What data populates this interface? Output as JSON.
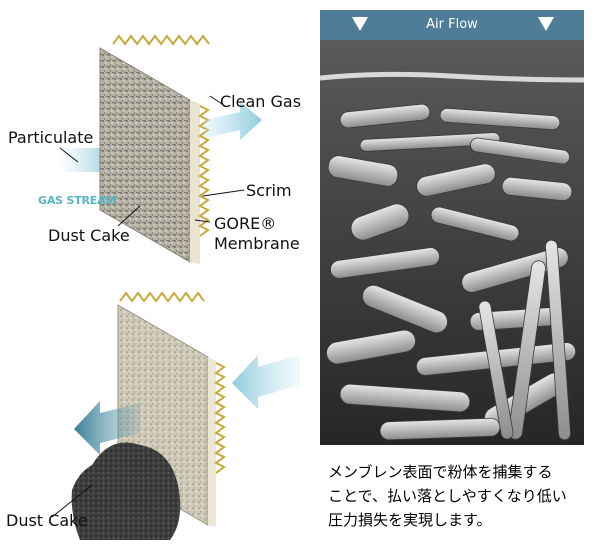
{
  "labels": {
    "clean_gas": "Clean Gas",
    "particulate": "Particulate",
    "gas_stream": "GAS STREAM",
    "scrim": "Scrim",
    "dust_cake_top": "Dust Cake",
    "gore_line1": "GORE®",
    "gore_line2": "Membrane",
    "dust_cake_bottom": "Dust Cake"
  },
  "micrograph": {
    "air_flow_label": "Air Flow"
  },
  "caption": {
    "lines": [
      "メンブレン表面で粉体を捕集する",
      "ことで、払い落としやすくなり低い",
      "圧力損失を実現します。"
    ]
  },
  "colors": {
    "airflow_bar": "#4f7c96",
    "flow_arrow": "#8fcadb",
    "gas_stream_text": "#57b5c9",
    "scrim": "#c9a83c"
  }
}
